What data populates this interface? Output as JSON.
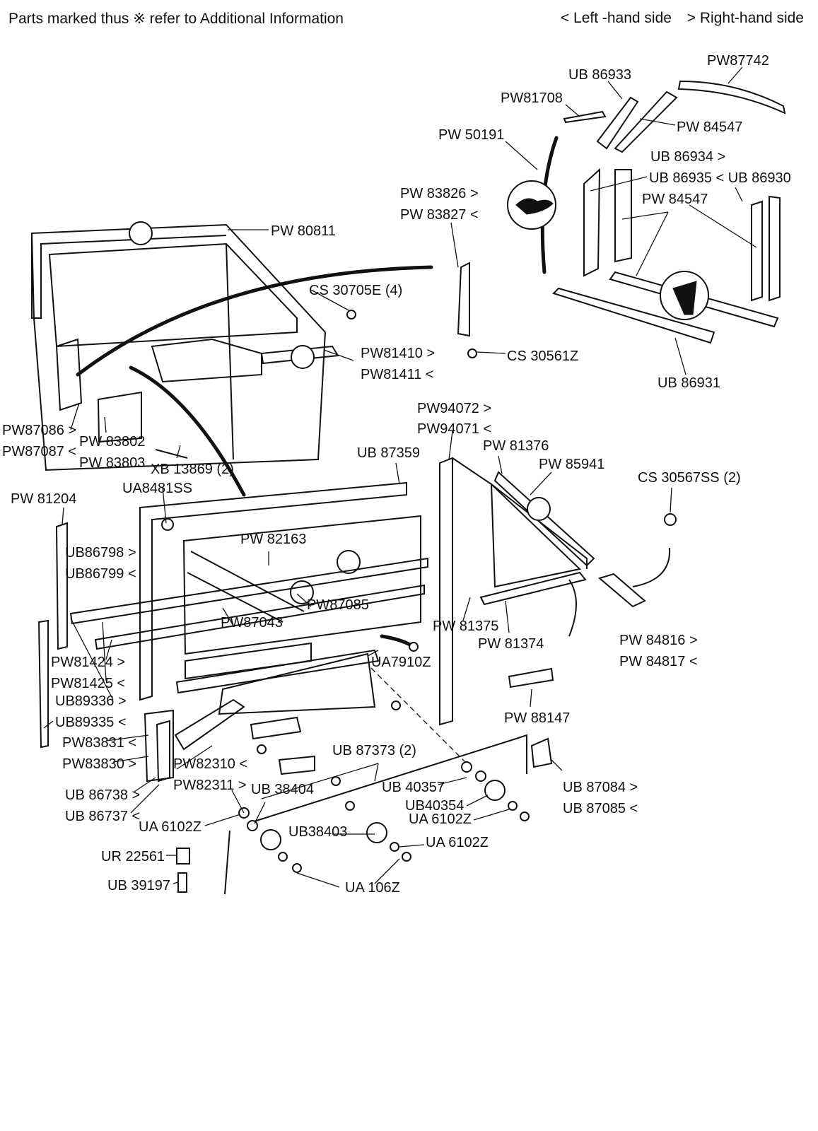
{
  "header": {
    "note": "Parts marked thus ※ refer to Additional Information",
    "left_hand": "< Left -hand side",
    "right_hand": "> Right-hand side"
  },
  "labels": {
    "pw87742": "PW87742",
    "ub86933": "UB 86933",
    "pw81708": "PW81708",
    "pw84547_top": "PW 84547",
    "pw50191": "PW 50191",
    "ub86934": "UB 86934 >",
    "ub86935_930": "UB 86935 < UB 86930",
    "pw84547_mid": "PW 84547",
    "pw83826": "PW 83826 >",
    "pw83827": "PW 83827 <",
    "pw80811": "PW 80811",
    "cs30705e": "CS 30705E (4)",
    "pw81410": "PW81410 >",
    "pw81411": "PW81411 <",
    "cs30561z": "CS 30561Z",
    "ub86931": "UB 86931",
    "pw94072": "PW94072 >",
    "pw94071": "PW94071 <",
    "pw81376": "PW  81376",
    "pw85941": "PW 85941",
    "ub87359": "UB 87359",
    "cs30567ss": "CS 30567SS (2)",
    "pw87086": "PW87086 >",
    "pw87087": "PW87087 <",
    "pw83802": "PW 83802",
    "pw83803": "PW 83803",
    "xb13869": "XB 13869 (2)",
    "ua8481ss": "UA8481SS",
    "pw81204": "PW 81204",
    "pw82163": "PW 82163",
    "ub86798": "UB86798 >",
    "ub86799": "UB86799 <",
    "pw87085": "PW87085",
    "pw87043": "PW87043",
    "pw81375": "PW 81375",
    "pw81374": "PW 81374",
    "pw84816": "PW 84816 >",
    "pw84817": "PW 84817 <",
    "pw81424": "PW81424 >",
    "pw81425": "PW81425 <",
    "ua7910z": "UA7910Z",
    "ub89336": "UB89336 >",
    "ub89335": "UB89335 <",
    "pw88147": "PW 88147",
    "pw83831": "PW83831 <",
    "pw83830": "PW83830 >",
    "pw82310": "PW82310 <",
    "pw82311": "PW82311 >",
    "ub87373": "UB 87373 (2)",
    "ub86738": "UB 86738 >",
    "ub86737": "UB 86737 <",
    "ub38404": "UB 38404",
    "ub40357": "UB 40357",
    "ub40354": "UB40354",
    "ub87084": "UB 87084 >",
    "ub87085": "UB 87085 <",
    "ua6102z_a": "UA 6102Z",
    "ua6102z_b": "UA 6102Z",
    "ua6102z_c": "UA 6102Z",
    "ub38403": "UB38403",
    "ur22561": "UR 22561",
    "ub39197": "UB 39197",
    "ua106z": "UA 106Z"
  }
}
